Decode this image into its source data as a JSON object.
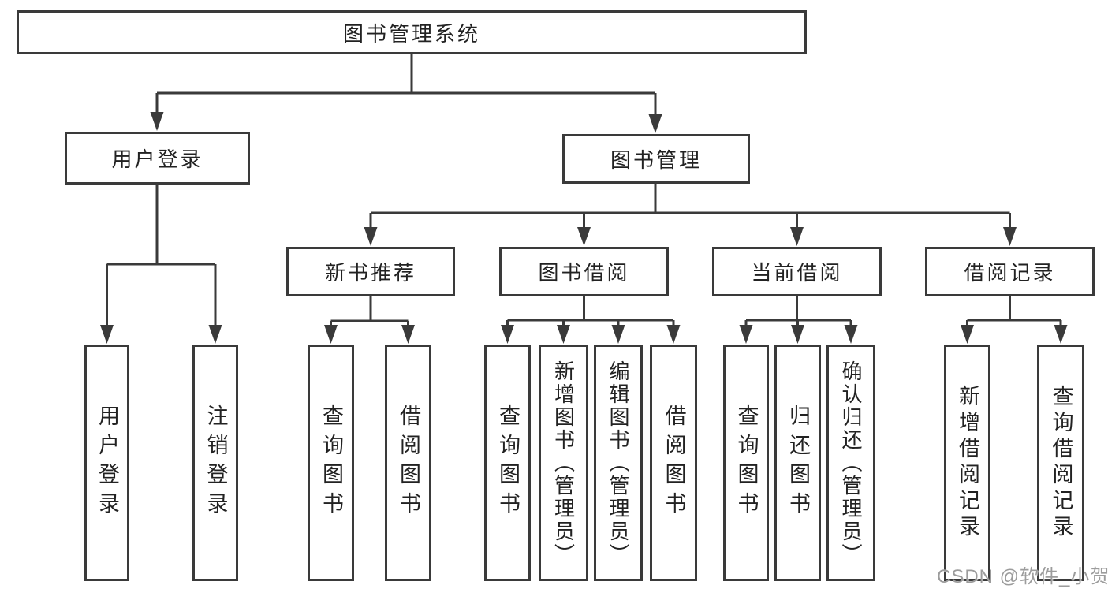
{
  "tree": {
    "label": "图书管理系统",
    "children": [
      {
        "label": "用户登录",
        "children": [
          {
            "label": "用户登录"
          },
          {
            "label": "注销登录"
          }
        ]
      },
      {
        "label": "图书管理",
        "children": [
          {
            "label": "新书推荐",
            "children": [
              {
                "label": "查询图书"
              },
              {
                "label": "借阅图书"
              }
            ]
          },
          {
            "label": "图书借阅",
            "children": [
              {
                "label": "查询图书"
              },
              {
                "label": "新增图书（管理员）"
              },
              {
                "label": "编辑图书（管理员）"
              },
              {
                "label": "借阅图书"
              }
            ]
          },
          {
            "label": "当前借阅",
            "children": [
              {
                "label": "查询图书"
              },
              {
                "label": "归还图书"
              },
              {
                "label": "确认归还（管理员）"
              }
            ]
          },
          {
            "label": "借阅记录",
            "children": [
              {
                "label": "新增借阅记录"
              },
              {
                "label": "查询借阅记录"
              }
            ]
          }
        ]
      }
    ]
  },
  "watermark": {
    "text": "CSDN @软件_小贺同学",
    "color": "#9c9c9c"
  },
  "colors": {
    "line": "#3a3a3a",
    "text": "#222222",
    "background": "#ffffff"
  }
}
